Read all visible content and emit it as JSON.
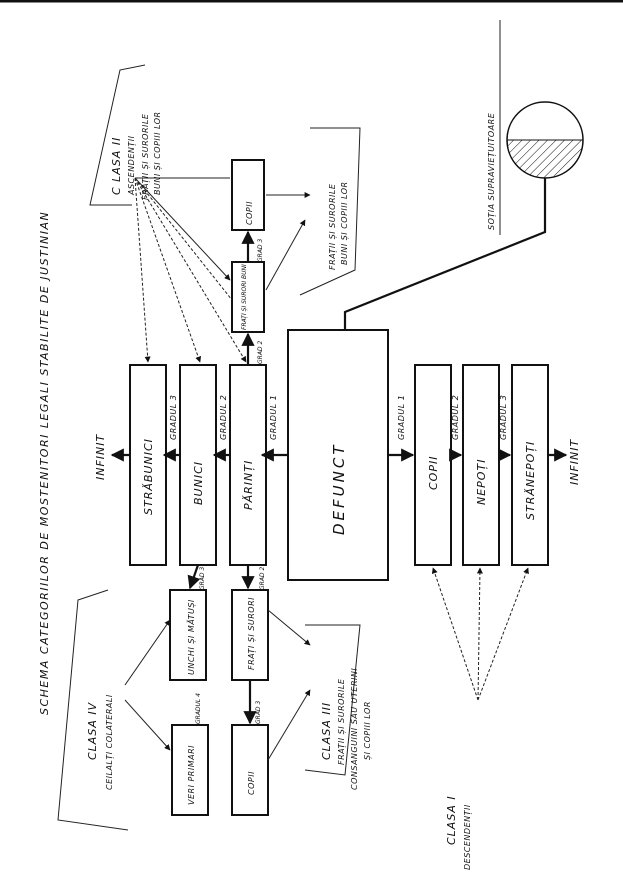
{
  "title": "SCHEMA CATEGORIILOR DE MOSTENITORI LEGALI STABILITE DE JUSTINIAN",
  "deceased": "DEFUNCT",
  "infinit_top": "INFINIT",
  "infinit_bottom": "INFINIT",
  "ascendants": {
    "parinti": "PĂRINȚI",
    "bunici": "BUNICI",
    "strabunici": "STRĂBUNICI",
    "grad1": "GRADUL 1",
    "grad2": "GRADUL 2",
    "grad3": "GRADUL 3"
  },
  "descendants": {
    "copii": "COPII",
    "nepoti": "NEPOȚI",
    "stranepoti": "STRĂNEPOȚI",
    "grad1": "GRADUL 1",
    "grad2": "GRADUL 2",
    "grad3": "GRADUL 3"
  },
  "collaterals_top": {
    "frati_buni": "FRAȚI ȘI SURORI BUNI",
    "copii": "COPII",
    "grad2": "GRAD 2",
    "grad3": "GRAD 3"
  },
  "collaterals_bottom": {
    "frati_surori": "FRAȚI ȘI SURORI",
    "unchi": "UNCHI ȘI MĂTUȘI",
    "copii": "COPII",
    "veri": "VERI PRIMARI",
    "grad2": "GRAD 2",
    "grad3a": "GRAD 3",
    "grad3b": "GRAD 3",
    "grad4": "GRADUL 4"
  },
  "class1": {
    "name": "CLASA I",
    "desc": "DESCENDENȚII"
  },
  "class2": {
    "name": "C LASA II",
    "line1": "ASCENDENȚII",
    "line2": "FRAȚII ȘI SURORILE",
    "line3": "BUNI ȘI COPIII LOR"
  },
  "class2_note": {
    "line1": "FRAȚII ȘI SURORILE",
    "line2": "BUNI ȘI COPIII LOR"
  },
  "class3": {
    "name": "CLASA III",
    "line1": "FRAȚII ȘI SURORILE",
    "line2": "CONSANGUINI SAU UTERINI",
    "line3": "ȘI COPIII LOR"
  },
  "class4": {
    "name": "CLASA IV",
    "desc": "CEILALȚI COLATERALI"
  },
  "spouse": "SOȚIA SUPRAVIEȚUITOARE"
}
